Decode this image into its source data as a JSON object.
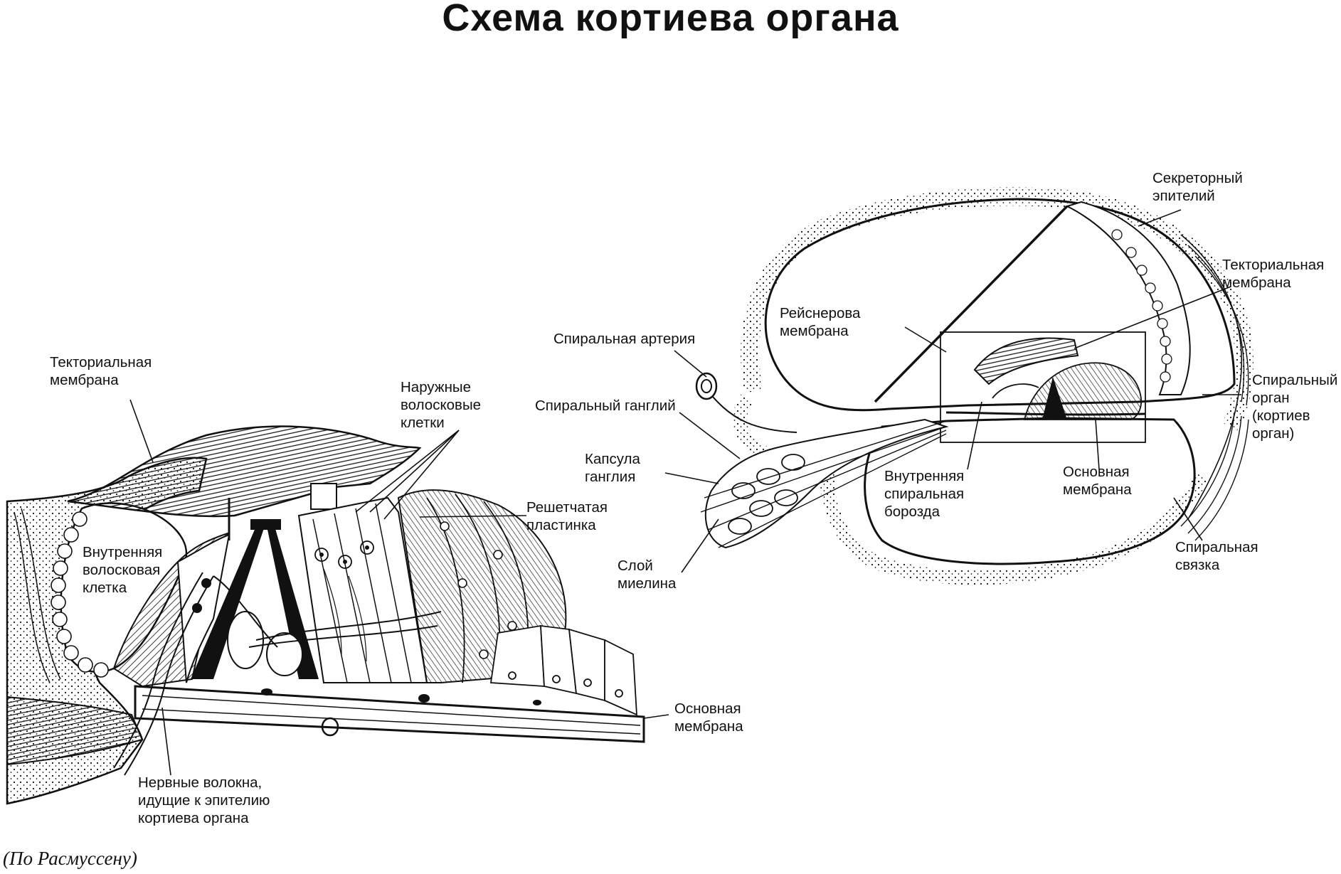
{
  "title": "Схема кортиева органа",
  "credit": "(По Расмуссену)",
  "left_diagram": {
    "labels": {
      "tectorial_membrane": [
        "Текториальная",
        "мембрана"
      ],
      "outer_hair_cells": [
        "Наружные",
        "волосковые",
        "клетки"
      ],
      "inner_hair_cell": [
        "Внутренняя",
        "волосковая",
        "клетка"
      ],
      "reticular_lamina": [
        "Решетчатая",
        "пластинка"
      ],
      "basilar_membrane": [
        "Основная",
        "мембрана"
      ],
      "nerve_fibers": [
        "Нервные волокна,",
        "идущие к эпителию",
        "кортиева органа"
      ]
    }
  },
  "right_diagram": {
    "labels": {
      "secretory_epithelium": [
        "Секреторный",
        "эпителий"
      ],
      "tectorial_membrane": [
        "Текториальная",
        "мембрана"
      ],
      "reissner_membrane": [
        "Рейснерова",
        "мембрана"
      ],
      "spiral_artery": [
        "Спиральная артерия"
      ],
      "spiral_ganglion": [
        "Спиральный ганглий"
      ],
      "spiral_organ": [
        "Спиральный",
        "орган",
        "(кортиев",
        "орган)"
      ],
      "ganglion_capsule": [
        "Капсула",
        "ганглия"
      ],
      "inner_spiral_sulcus": [
        "Внутренняя",
        "спиральная",
        "борозда"
      ],
      "basilar_membrane": [
        "Основная",
        "мембрана"
      ],
      "myelin_layer": [
        "Слой",
        "миелина"
      ],
      "spiral_ligament": [
        "Спиральная",
        "связка"
      ]
    }
  },
  "colors": {
    "ink": "#111111",
    "paper": "#ffffff"
  }
}
